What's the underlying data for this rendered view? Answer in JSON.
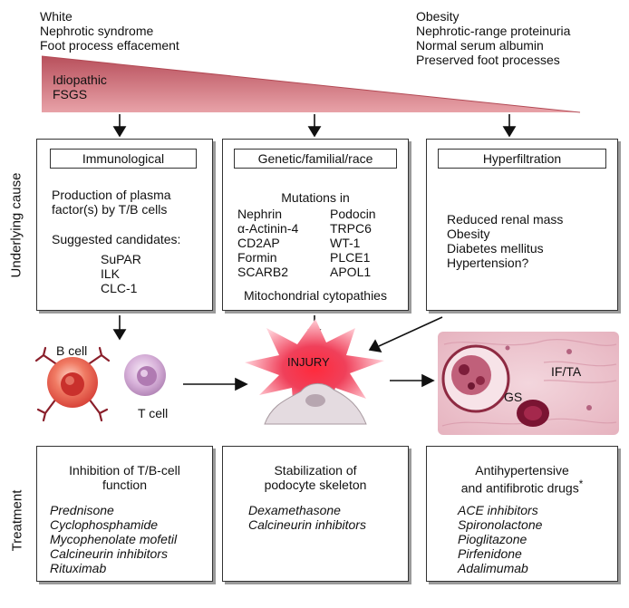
{
  "top_left": [
    "White",
    "Nephrotic syndrome",
    "Foot process effacement"
  ],
  "top_right": [
    "Obesity",
    "Nephrotic-range proteinuria",
    "Normal serum albumin",
    "Preserved foot processes"
  ],
  "wedge_label": [
    "Idiopathic",
    "FSGS"
  ],
  "side_labels": {
    "cause": "Underlying cause",
    "treatment": "Treatment"
  },
  "cause_boxes": {
    "immunological": {
      "title": "Immunological",
      "intro": [
        "Production of plasma",
        "factor(s) by T/B cells"
      ],
      "candidates_label": "Suggested candidates:",
      "candidates": [
        "SuPAR",
        "ILK",
        "CLC-1"
      ]
    },
    "genetic": {
      "title": "Genetic/familial/race",
      "mutations_label": "Mutations in",
      "col1": [
        "Nephrin",
        "α-Actinin-4",
        "CD2AP",
        "Formin",
        "SCARB2"
      ],
      "col2": [
        "Podocin",
        "TRPC6",
        "WT-1",
        "PLCE1",
        "APOL1"
      ],
      "footer": "Mitochondrial cytopathies"
    },
    "hyperfiltration": {
      "title": "Hyperfiltration",
      "items": [
        "Reduced renal mass",
        "Obesity",
        "Diabetes mellitus",
        "Hypertension?"
      ]
    }
  },
  "middle": {
    "b_cell": "B cell",
    "t_cell": "T cell",
    "injury": "INJURY",
    "ifta": "IF/TA",
    "gs": "GS"
  },
  "treatment_boxes": {
    "immuno": {
      "title": [
        "Inhibition of T/B-cell",
        "function"
      ],
      "drugs": [
        "Prednisone",
        "Cyclophosphamide",
        "Mycophenolate mofetil",
        "Calcineurin inhibitors",
        "Rituximab"
      ]
    },
    "podocyte": {
      "title": [
        "Stabilization of",
        "podocyte skeleton"
      ],
      "drugs": [
        "Dexamethasone",
        "Calcineurin inhibitors"
      ]
    },
    "antihyper": {
      "title": [
        "Antihypertensive",
        "and antifibrotic drugs"
      ],
      "footnote_mark": "*",
      "drugs": [
        "ACE inhibitors",
        "Spironolactone",
        "Pioglitazone",
        "Pirfenidone",
        "Adalimumab"
      ]
    }
  },
  "colors": {
    "wedge_top": "#c8646e",
    "wedge_bottom": "#e9a3a8",
    "injury": "#e8173a",
    "bcell": "#e7584a",
    "tcell": "#c79ac8"
  }
}
